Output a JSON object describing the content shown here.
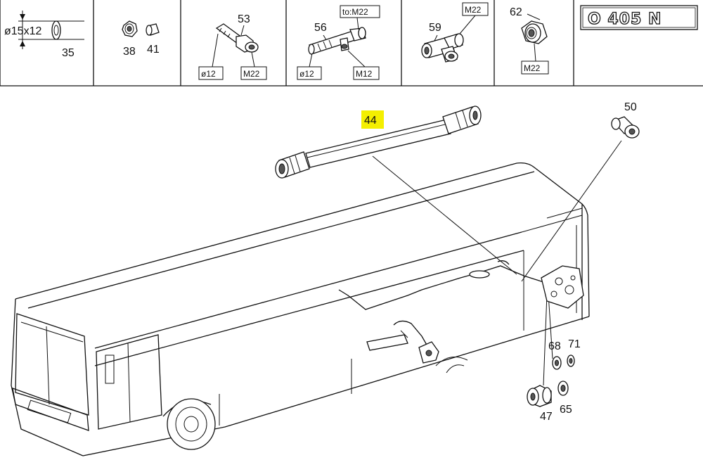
{
  "header_cells": [
    {
      "id": "35",
      "dimension": "ø15x12"
    },
    {
      "id": "38"
    },
    {
      "id": "41"
    },
    {
      "id": "53",
      "spec_left": "ø12",
      "spec_right": "M22"
    },
    {
      "id": "56",
      "spec_top": "to:M22",
      "spec_left": "ø12",
      "spec_right": "M12"
    },
    {
      "id": "59",
      "spec_top": "M22"
    },
    {
      "id": "62",
      "spec_bottom": "M22"
    }
  ],
  "model_badge": "O 405 N",
  "callouts": {
    "highlighted": "44",
    "c50": "50",
    "c68": "68",
    "c71": "71",
    "c47": "47",
    "c65": "65"
  },
  "colors": {
    "highlight": "#f4ef00",
    "line": "#111111",
    "background": "#ffffff"
  }
}
